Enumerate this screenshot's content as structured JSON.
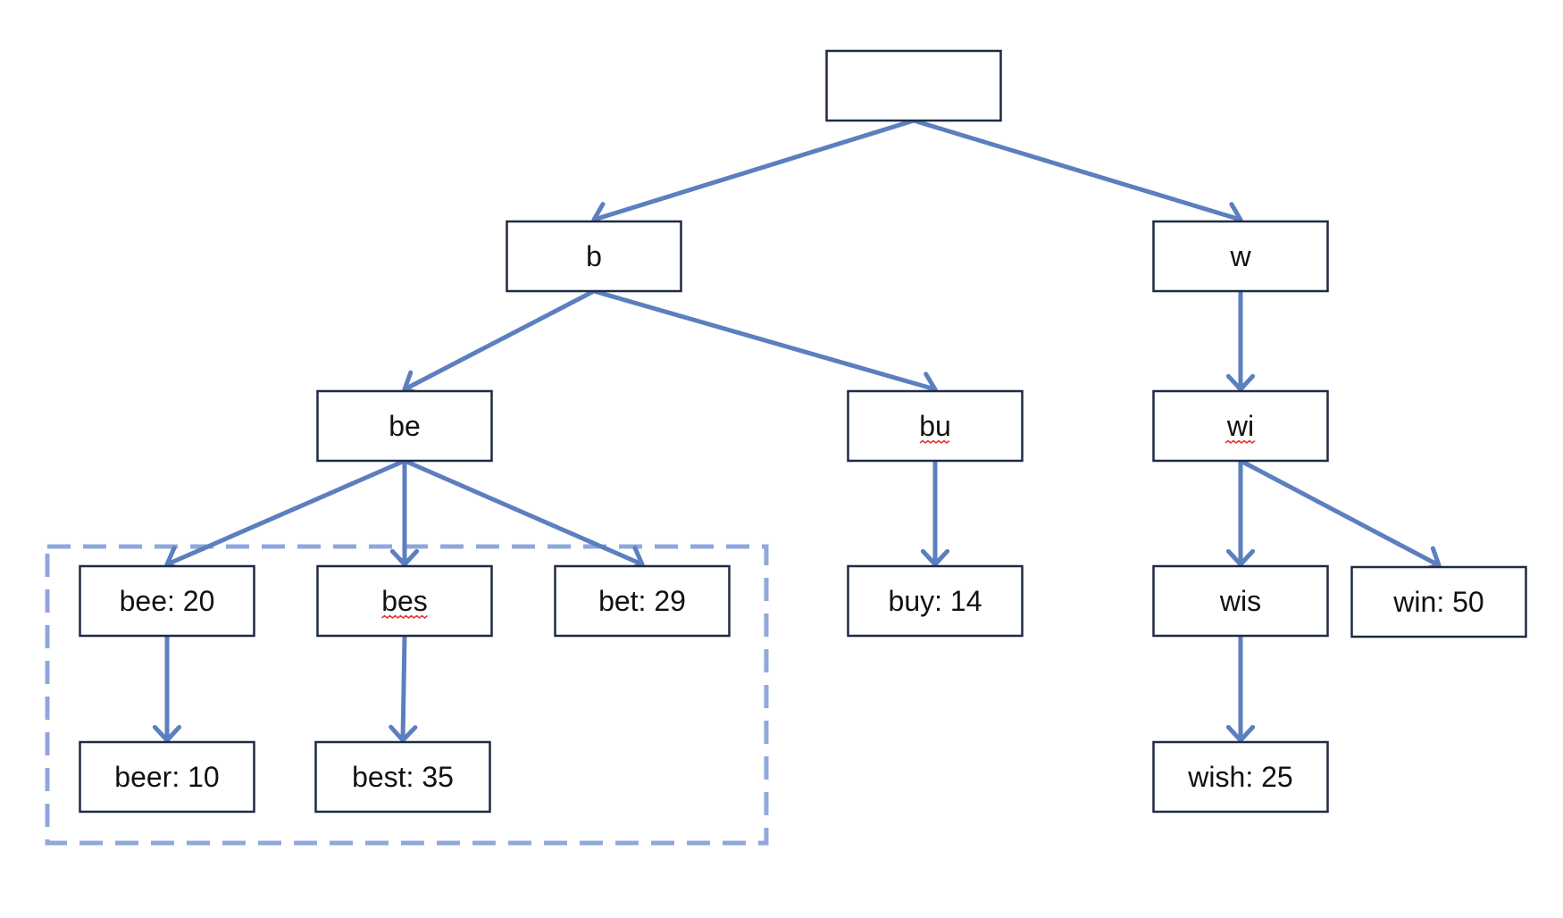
{
  "diagram": {
    "colors": {
      "edge": "#5b7fbf",
      "group_frame": "#8fa8dc",
      "node_border": "#1f2a44",
      "spell_mark": "#e03a3a"
    },
    "nodes": [
      {
        "id": "root",
        "label": ""
      },
      {
        "id": "b",
        "label": "b"
      },
      {
        "id": "w",
        "label": "w"
      },
      {
        "id": "be",
        "label": "be"
      },
      {
        "id": "bu",
        "label": "bu",
        "spell_mark": true
      },
      {
        "id": "wi",
        "label": "wi",
        "spell_mark": true
      },
      {
        "id": "bee",
        "label": "bee: 20"
      },
      {
        "id": "bes",
        "label": "bes",
        "spell_mark": true
      },
      {
        "id": "bet",
        "label": "bet: 29"
      },
      {
        "id": "buy",
        "label": "buy: 14"
      },
      {
        "id": "wis",
        "label": "wis"
      },
      {
        "id": "win",
        "label": "win: 50"
      },
      {
        "id": "beer",
        "label": "beer: 10"
      },
      {
        "id": "best",
        "label": "best: 35"
      },
      {
        "id": "wish",
        "label": "wish: 25"
      }
    ],
    "edges": [
      {
        "from": "root",
        "to": "b"
      },
      {
        "from": "root",
        "to": "w"
      },
      {
        "from": "b",
        "to": "be"
      },
      {
        "from": "b",
        "to": "bu"
      },
      {
        "from": "w",
        "to": "wi"
      },
      {
        "from": "be",
        "to": "bee"
      },
      {
        "from": "be",
        "to": "bes"
      },
      {
        "from": "be",
        "to": "bet"
      },
      {
        "from": "bu",
        "to": "buy"
      },
      {
        "from": "wi",
        "to": "wis"
      },
      {
        "from": "wi",
        "to": "win"
      },
      {
        "from": "bee",
        "to": "beer"
      },
      {
        "from": "bes",
        "to": "best"
      },
      {
        "from": "wis",
        "to": "wish"
      }
    ],
    "groups": [
      {
        "id": "be-subtree",
        "members": [
          "bee",
          "bes",
          "bet",
          "beer",
          "best"
        ]
      }
    ]
  }
}
